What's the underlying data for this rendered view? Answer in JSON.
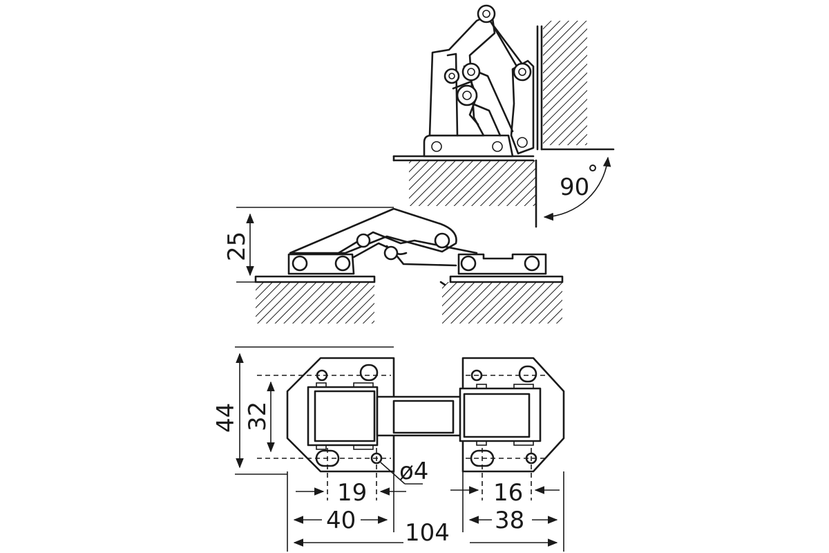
{
  "labels": {
    "angle": "90",
    "degree": "°",
    "height": "25",
    "total_width": "44",
    "hole_spacing": "32",
    "hole_diameter": "ø4",
    "left_hole_offset": "19",
    "right_hole_offset": "16",
    "left_plate_length": "40",
    "right_plate_length": "38",
    "overall_length": "104"
  },
  "colors": {
    "ink": "#1a1a1a",
    "paper": "#ffffff"
  }
}
